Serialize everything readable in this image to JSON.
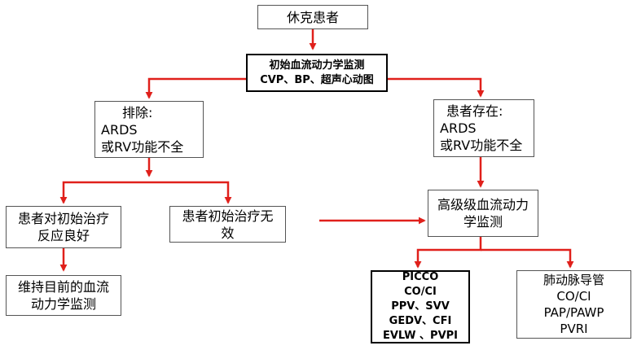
{
  "nodes": {
    "shock_patient": {
      "lines": [
        "休克患者"
      ]
    },
    "initial_monitoring": {
      "lines": [
        "初始血流动力学监测",
        "CVP、BP、超声心动图"
      ]
    },
    "excluded": {
      "lines": [
        "排除:",
        "ARDS",
        "或RV功能不全"
      ]
    },
    "present": {
      "lines": [
        "患者存在:",
        "ARDS",
        "或RV功能不全"
      ]
    },
    "good_response": {
      "lines": [
        "患者对初始治疗",
        "反应良好"
      ]
    },
    "no_response": {
      "lines": [
        "患者初始治疗无",
        "效"
      ]
    },
    "maintain": {
      "lines": [
        "维持目前的血流",
        "动力学监测"
      ]
    },
    "advanced": {
      "lines": [
        "高级级血流动力",
        "学监测"
      ]
    },
    "picco": {
      "lines": [
        "PICCO",
        "CO/CI",
        "PPV、SVV",
        "GEDV、CFI",
        "EVLW 、PVPI"
      ]
    },
    "pa_catheter": {
      "lines": [
        "肺动脉导管",
        "CO/CI",
        "PAP/PAWP",
        "PVRI"
      ]
    }
  },
  "colors": {
    "arrow": "#e0201b",
    "border": "#555555"
  }
}
